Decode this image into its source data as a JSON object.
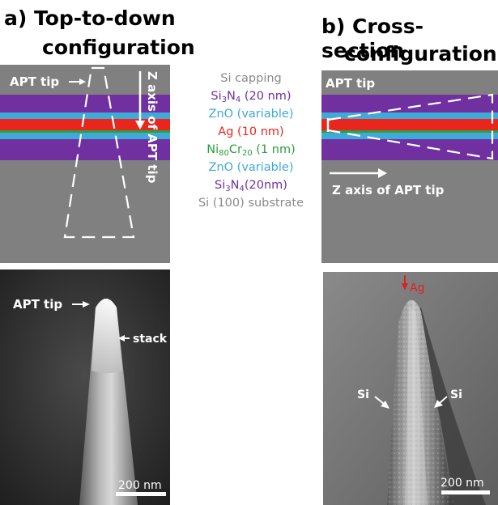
{
  "panel_a": {
    "title_line1": "a) Top-to-down",
    "title_line2": "configuration",
    "schematic_tip_label": "APT tip",
    "z_axis_label": "Z axis of APT tip",
    "sem_tip_label": "APT tip",
    "stack_label": "stack",
    "scale_bar": "200 nm"
  },
  "panel_b": {
    "title_line1": "b) Cross-section",
    "title_line2": "configuration",
    "schematic_tip_label": "APT tip",
    "z_axis_label": "Z axis of APT tip",
    "ag_label": "Ag",
    "si_label_left": "Si",
    "si_label_right": "Si",
    "scale_bar": "200 nm"
  },
  "legend": [
    {
      "text": "Si capping",
      "color": "#8a8a8a"
    },
    {
      "main": "Si",
      "sub1": "3",
      "mid": "N",
      "sub2": "4",
      "rest": " (20 nm)",
      "color": "#7030a0"
    },
    {
      "text": "ZnO (variable)",
      "color": "#3fa9d8"
    },
    {
      "text": "Ag (10 nm)",
      "color": "#e8261e"
    },
    {
      "main": "Ni",
      "sub1": "80",
      "mid": "Cr",
      "sub2": "20",
      "rest": " (1 nm)",
      "color": "#2e9e3e"
    },
    {
      "text": "ZnO (variable)",
      "color": "#3fa9d8"
    },
    {
      "main": "Si",
      "sub1": "3",
      "mid": "N",
      "sub2": "4",
      "rest": "(20nm)",
      "color": "#7030a0"
    },
    {
      "text": "Si (100) substrate",
      "color": "#8a8a8a"
    }
  ],
  "colors": {
    "substrate": "#808080",
    "si3n4": "#7030a0",
    "zno": "#3fa9d8",
    "ag": "#e8261e",
    "nicr": "#2e9e3e",
    "annotation_red": "#e02020"
  }
}
